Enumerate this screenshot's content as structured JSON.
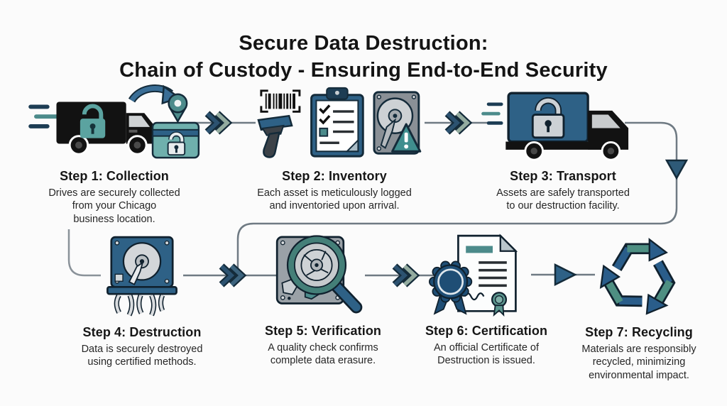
{
  "title": {
    "lines": [
      "Secure Data Destruction:",
      "Chain of Custody - Ensuring End-to-End Security"
    ]
  },
  "steps": [
    {
      "heading": "Step 1: Collection",
      "description_lines": [
        "Drives are securely collected",
        "from your Chicago",
        "business location."
      ],
      "icon": "collection-truck-and-locked-bin-icon"
    },
    {
      "heading": "Step 2: Inventory",
      "description_lines": [
        "Each asset is meticulously logged",
        "and inventoried upon arrival."
      ],
      "icon": "barcode-scanner-checklist-harddrive-icon"
    },
    {
      "heading": "Step 3: Transport",
      "description_lines": [
        "Assets are safely transported",
        "to our destruction facility."
      ],
      "icon": "locked-transport-truck-icon"
    },
    {
      "heading": "Step 4: Destruction",
      "description_lines": [
        "Data is securely destroyed",
        "using certified methods."
      ],
      "icon": "shredded-harddrive-icon"
    },
    {
      "heading": "Step 5: Verification",
      "description_lines": [
        "A quality check confirms",
        "complete data erasure."
      ],
      "icon": "magnifier-over-harddrive-icon"
    },
    {
      "heading": "Step 6: Certification",
      "description_lines": [
        "An official Certificate of",
        "Destruction is issued."
      ],
      "icon": "certificate-with-seal-icon"
    },
    {
      "heading": "Step 7: Recycling",
      "description_lines": [
        "Materials are responsibly",
        "recycled, minimizing",
        "environmental impact."
      ],
      "icon": "recycling-arrows-icon"
    }
  ],
  "connectors": {
    "step1_to_step2": "double-chevron-right",
    "step2_to_step3": "double-chevron-right",
    "step3_to_step4": "wrap-around-line-with-down-arrow",
    "step4_to_step5": "double-chevron-right",
    "step5_to_step6": "double-chevron-right",
    "step6_to_step7": "triangle-arrow-right"
  },
  "palette": {
    "background": "#fbfbfb",
    "title_text": "#141414",
    "body_text": "#262626",
    "connector_line": "#6f7a83",
    "navy": "#2c5270",
    "steel_blue": "#2e6186",
    "teal": "#4c8b8b",
    "sage": "#93ab9f",
    "dark_outline": "#10212e",
    "badge_navy": "#1f4e75"
  }
}
